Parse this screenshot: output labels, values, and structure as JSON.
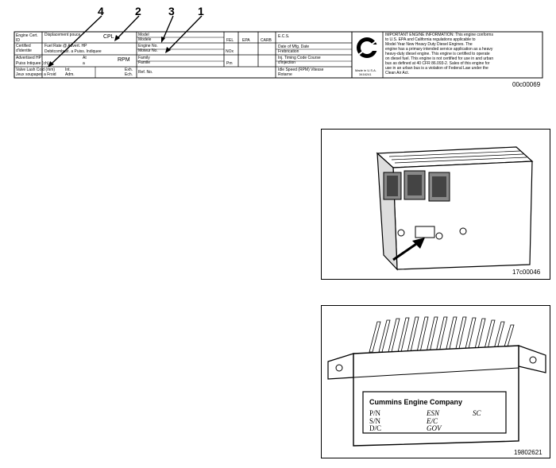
{
  "callouts": {
    "c4": "4",
    "c2": "2",
    "c3": "3",
    "c1": "1"
  },
  "label": {
    "engine_cert_id": "Engine Cert. ID",
    "displacement": "Displacement pouce",
    "cpl": "CPL",
    "model": "Model Modele",
    "fel": "FEL",
    "epa": "EPA",
    "carb": "CARB",
    "ecs": "E.C.S.",
    "certified": "Certified d'identite",
    "fuel_rate": "Fuel Rate @ Advert. HP",
    "debit": "Debitcombust. a Puiss. Indiquee",
    "engine_no": "Engine No. Moteur No.",
    "nox": "NOx",
    "date_mfg": "Date of Mfg. Date Frebrication",
    "advertised_hp": "Advertised HP",
    "puiss": "Puiss Intiquee (ch)",
    "at": "At",
    "a": "a",
    "rpm": "RPM",
    "family": "Family Famile",
    "pm": "Pm",
    "inj": "Inj. Timing Code Course d'injection",
    "valve": "Valve Lash Cold (mm)",
    "jeux": "Jeux soupapes a Froid",
    "int": "Int.",
    "adm": "Adm.",
    "exh": "Exh.",
    "ech": "Ech.",
    "ref": "Ref. No.",
    "idle": "Idle Speed (RPM) Vitesse Rotarne",
    "made": "Made in U.S.A.",
    "made2": "3416241",
    "info_l1": "IMPORTANT ENGINE INFORMATION: This engine conforms",
    "info_l2": "to U.S. EPA and California regulations applicable to",
    "info_l3": "Model Year New Heavy Duty Diesel Engines. The",
    "info_l4": "engine has a primary intended service application as a heavy",
    "info_l5": "heavy-duty diesel engine. This engine is certified to operate",
    "info_l6": "on diesel fuel. This engine is not certified for use in and urban",
    "info_l7": "bus as defined at 40 CFR 86.093-2. Sales of this engine for",
    "info_l8": "use in an urban bus is a violation of Federal Law under the",
    "info_l9": "Clean Air Act."
  },
  "figures": {
    "fig1": "00c00069",
    "fig2": "17c00046",
    "fig3": "19802621"
  },
  "plate": {
    "company": "Cummins Engine Company",
    "pn": "P/N",
    "esn": "ESN",
    "sc": "SC",
    "sn": "S/N",
    "ec": "E/C",
    "dc": "D/C",
    "gov": "GOV"
  }
}
